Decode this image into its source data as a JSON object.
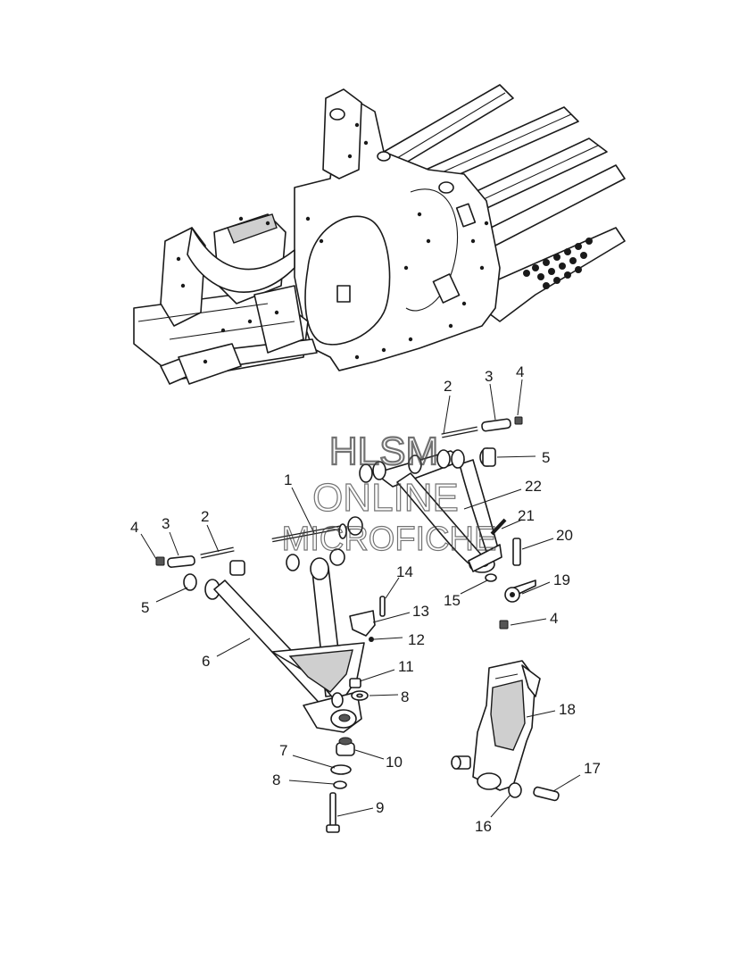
{
  "watermark": {
    "line1": "HLSM",
    "line2": "ONLINE",
    "line3": "MICROFICHE"
  },
  "callouts": [
    {
      "id": "c1",
      "text": "1"
    },
    {
      "id": "c2a",
      "text": "2"
    },
    {
      "id": "c3a",
      "text": "3"
    },
    {
      "id": "c4a",
      "text": "4"
    },
    {
      "id": "c5a",
      "text": "5"
    },
    {
      "id": "c22",
      "text": "22"
    },
    {
      "id": "c21",
      "text": "21"
    },
    {
      "id": "c20",
      "text": "20"
    },
    {
      "id": "c4b",
      "text": "4"
    },
    {
      "id": "c3b",
      "text": "3"
    },
    {
      "id": "c2b",
      "text": "2"
    },
    {
      "id": "c5b",
      "text": "5"
    },
    {
      "id": "c6",
      "text": "6"
    },
    {
      "id": "c14",
      "text": "14"
    },
    {
      "id": "c13",
      "text": "13"
    },
    {
      "id": "c12",
      "text": "12"
    },
    {
      "id": "c15",
      "text": "15"
    },
    {
      "id": "c19",
      "text": "19"
    },
    {
      "id": "c4c",
      "text": "4"
    },
    {
      "id": "c11",
      "text": "11"
    },
    {
      "id": "c8a",
      "text": "8"
    },
    {
      "id": "c18",
      "text": "18"
    },
    {
      "id": "c7",
      "text": "7"
    },
    {
      "id": "c10",
      "text": "10"
    },
    {
      "id": "c8b",
      "text": "8"
    },
    {
      "id": "c9",
      "text": "9"
    },
    {
      "id": "c17",
      "text": "17"
    },
    {
      "id": "c16",
      "text": "16"
    }
  ]
}
